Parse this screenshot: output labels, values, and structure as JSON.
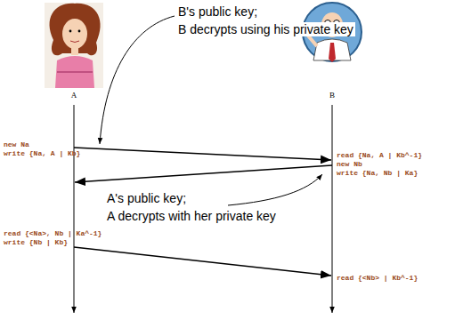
{
  "diagram": {
    "nodes": [
      {
        "text": [
          "A"
        ]
      },
      {
        "text": [
          "B"
        ]
      }
    ],
    "labels": [
      "B's public key;",
      "B decrypts using his private key",
      "new Na",
      "write {Na, A | Kb}",
      "read {Na, A | Kb^-1}",
      "new Nb",
      "write {Na, Nb | Ka}",
      "A's public key;",
      "A decrypts with her private key",
      "read {<Na>, Nb | Ka^-1}",
      "write {Nb | Kb}",
      "read {<Nb> | Kb^-1}"
    ]
  }
}
